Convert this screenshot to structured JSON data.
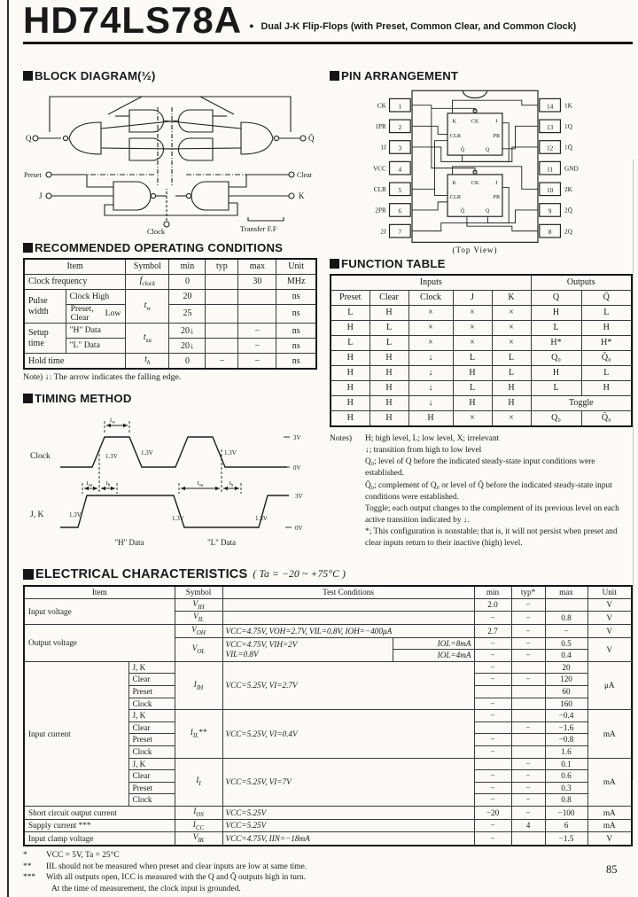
{
  "header": {
    "part_number": "HD74LS78A",
    "bullet": "●",
    "subtitle": "Dual J-K Flip-Flops (with Preset, Common Clear, and Common Clock)"
  },
  "page": {
    "number": "85"
  },
  "bd": {
    "title": "BLOCK DIAGRAM(½)",
    "q": "Q",
    "qb": "Q̄",
    "preset": "Preset",
    "j": "J",
    "clear": "Clear",
    "k": "K",
    "clock": "Clock",
    "transfer": "Transfer F.F"
  },
  "pin": {
    "title": "PIN ARRANGEMENT",
    "caption": "(Top View)",
    "left": [
      [
        "1",
        "CK"
      ],
      [
        "2",
        "1PR"
      ],
      [
        "3",
        "1J"
      ],
      [
        "4",
        "VCC"
      ],
      [
        "5",
        "CLR"
      ],
      [
        "6",
        "2PR"
      ],
      [
        "7",
        "2J"
      ]
    ],
    "right": [
      [
        "14",
        "1K"
      ],
      [
        "13",
        "1Q"
      ],
      [
        "12",
        "1Q̄"
      ],
      [
        "11",
        "GND"
      ],
      [
        "10",
        "2K"
      ],
      [
        "9",
        "2Q̄"
      ],
      [
        "8",
        "2Q"
      ]
    ],
    "ff": {
      "k": "K",
      "ck": "CK",
      "j": "J",
      "clr": "CLR",
      "pr": "PR",
      "qb": "Q̄",
      "q": "Q"
    }
  },
  "rec": {
    "title": "RECOMMENDED OPERATING CONDITIONS",
    "h": [
      "Item",
      "Symbol",
      "min",
      "typ",
      "max",
      "Unit"
    ],
    "r1": {
      "item": "Clock frequency",
      "s0": "f",
      "s1": "clock",
      "min": "0",
      "max": "30",
      "unit": "MHz"
    },
    "pw": {
      "group": "Pulse width",
      "i1": "Clock High",
      "i2a": "Preset,",
      "i2b": "Clear",
      "i2c": "Low",
      "s0": "t",
      "s1": "w",
      "min1": "20",
      "min2": "25",
      "unit": "ns"
    },
    "st": {
      "group": "Setup time",
      "i1": "\"H\" Data",
      "i2": "\"L\" Data",
      "s0": "t",
      "s1": "su",
      "min1": "20↓",
      "min2": "20↓",
      "max1": "−",
      "max2": "−",
      "unit": "ns"
    },
    "ht": {
      "item": "Hold time",
      "s0": "t",
      "s1": "h",
      "min": "0",
      "typ": "−",
      "max": "−",
      "unit": "ns"
    },
    "note": "Note) ↓: The arrow indicates the falling edge."
  },
  "tm": {
    "title": "TIMING METHOD",
    "clock": "Clock",
    "jk": "J, K",
    "tw0": "t",
    "tw1": "w",
    "tsu0": "t",
    "tsu1": "su",
    "th0": "t",
    "th1": "h",
    "v13": "1.3V",
    "v3": "3V",
    "v0": "0V",
    "hdata": "\"H\" Data",
    "ldata": "\"L\" Data"
  },
  "ft": {
    "title": "FUNCTION TABLE",
    "inputs": "Inputs",
    "outputs": "Outputs",
    "cols": [
      "Preset",
      "Clear",
      "Clock",
      "J",
      "K",
      "Q",
      "Q̄"
    ],
    "rows": [
      [
        "L",
        "H",
        "×",
        "×",
        "×",
        "H",
        "L"
      ],
      [
        "H",
        "L",
        "×",
        "×",
        "×",
        "L",
        "H"
      ],
      [
        "L",
        "L",
        "×",
        "×",
        "×",
        "H*",
        "H*"
      ],
      [
        "H",
        "H",
        "↓",
        "L",
        "L",
        "Q₀",
        "Q̄₀"
      ],
      [
        "H",
        "H",
        "↓",
        "H",
        "L",
        "H",
        "L"
      ],
      [
        "H",
        "H",
        "↓",
        "L",
        "H",
        "L",
        "H"
      ],
      [
        "H",
        "H",
        "↓",
        "H",
        "H",
        "Toggle"
      ],
      [
        "H",
        "H",
        "H",
        "×",
        "×",
        "Q₀",
        "Q̄₀"
      ]
    ],
    "notes_label": "Notes)",
    "notes": [
      "H; high level, L; low level, X; irrelevant",
      "↓; transition from high to low level",
      "Q₀; level of Q before the indicated steady-state input conditions were established.",
      "Q̄₀; complement of Q₀ or level of Q̄ before the indicated steady-state input conditions were established.",
      "Toggle; each output changes to the complement of its previous level on each active transition indicated by ↓.",
      "*; This configuration is nonstable; that is, it will not persist when preset and clear inputs return to their inactive (high) level."
    ]
  },
  "elec": {
    "title": "ELECTRICAL CHARACTERISTICS",
    "suffix": "( Ta = −20 ~ +75°C )",
    "h": {
      "item": "Item",
      "sym": "Symbol",
      "cond": "Test Conditions",
      "min": "min",
      "typ": "typ*",
      "max": "max",
      "unit": "Unit"
    },
    "iv_item": "Input voltage",
    "vih": {
      "s0": "V",
      "s1": "IH",
      "min": "2.0",
      "typ": "−",
      "max": "",
      "unit": "V"
    },
    "vil": {
      "s0": "V",
      "s1": "IL",
      "min": "−",
      "typ": "−",
      "max": "0.8",
      "unit": "V"
    },
    "ov_item": "Output voltage",
    "voh": {
      "s0": "V",
      "s1": "OH",
      "cond": "VCC=4.75V,  VOH=2.7V,  VIL=0.8V,  IOH=−400μA",
      "min": "2.7",
      "typ": "−",
      "max": "−",
      "unit": "V"
    },
    "vol": {
      "s0": "V",
      "s1": "OL",
      "cond1": "VCC=4.75V,  VIH=2V",
      "cond2": "VIL=0.8V",
      "sub1": "IOL=8mA",
      "sub2": "IOL=4mA",
      "min1": "−",
      "typ1": "−",
      "max1": "0.5",
      "min2": "−",
      "typ2": "−",
      "max2": "0.4",
      "unit": "V"
    },
    "ic_item": "Input current",
    "ic_items": [
      "J, K",
      "Clear",
      "Preset",
      "Clock"
    ],
    "iih": {
      "s0": "I",
      "s1": "IH",
      "mk": "",
      "cond": "VCC=5.25V,  VI=2.7V",
      "unit": "μA",
      "min": [
        "−",
        "−",
        "",
        "−"
      ],
      "typ": [
        "",
        "−",
        "",
        ""
      ],
      "max": [
        "20",
        "120",
        "60",
        "160"
      ]
    },
    "iil": {
      "s0": "I",
      "s1": "IL",
      "mk": "**",
      "cond": "VCC=5.25V,  VI=0.4V",
      "unit": "mA",
      "min": [
        "−",
        "",
        "−",
        "−"
      ],
      "typ": [
        "",
        "−",
        "",
        ""
      ],
      "max": [
        "−0.4",
        "−1.6",
        "−0.8",
        "1.6"
      ]
    },
    "ii": {
      "s0": "I",
      "s1": "I",
      "mk": "",
      "cond": "VCC=5.25V,  VI=7V",
      "unit": "mA",
      "min": [
        "",
        "−",
        "−",
        "−"
      ],
      "typ": [
        "−",
        "−",
        "−",
        "−"
      ],
      "max": [
        "0.1",
        "0.6",
        "0.3",
        "0.8"
      ]
    },
    "ios": {
      "item": "Short circuit output current",
      "s0": "I",
      "s1": "OS",
      "cond": "VCC=5.25V",
      "min": "−20",
      "typ": "−",
      "max": "−100",
      "unit": "mA"
    },
    "icc": {
      "item": "Supply current ***",
      "s0": "I",
      "s1": "CC",
      "cond": "VCC=5.25V",
      "min": "−",
      "typ": "4",
      "max": "6",
      "unit": "mA"
    },
    "vik": {
      "item": "Input clamp voltage",
      "s0": "V",
      "s1": "IK",
      "cond": "VCC=4.75V,  IIN=−18mA",
      "min": "−",
      "typ": "",
      "max": "−1.5",
      "unit": "V"
    },
    "footnotes": [
      {
        "mk": "*",
        "tx": "VCC = 5V, Ta = 25°C"
      },
      {
        "mk": "**",
        "tx": "IIL should not be measured when preset and clear inputs are low at same time."
      },
      {
        "mk": "***",
        "tx": "With all outputs open, ICC is measured with the Q and Q̄ outputs high in turn."
      },
      {
        "mk": "",
        "tx": "At the time of measurement, the clock input is grounded."
      }
    ]
  }
}
